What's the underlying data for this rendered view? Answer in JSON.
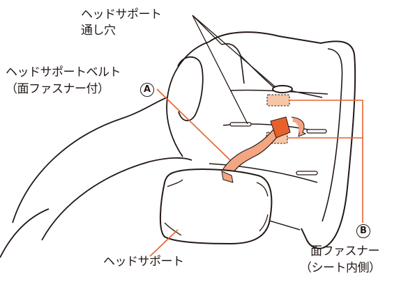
{
  "labels": {
    "hole_line1": "ヘッドサポート",
    "hole_line2": "通し穴",
    "belt_line1": "ヘッドサポートベルト",
    "belt_line2_open": "（面ファスナー付）",
    "headrest": "ヘッドサポート",
    "fastener_line1": "面ファスナー",
    "fastener_line2": "（シート内側）"
  },
  "markers": {
    "a": "A",
    "b": "B"
  },
  "colors": {
    "ink": "#231815",
    "leader": "#e8612c",
    "belt": "#f4a582",
    "belt_dark": "#e8612c",
    "fastener_patch": "#f6c7a6",
    "arrow": "#f4a582"
  },
  "icons": {
    "badge_a": "circled-letter-a",
    "badge_b": "circled-letter-b"
  }
}
